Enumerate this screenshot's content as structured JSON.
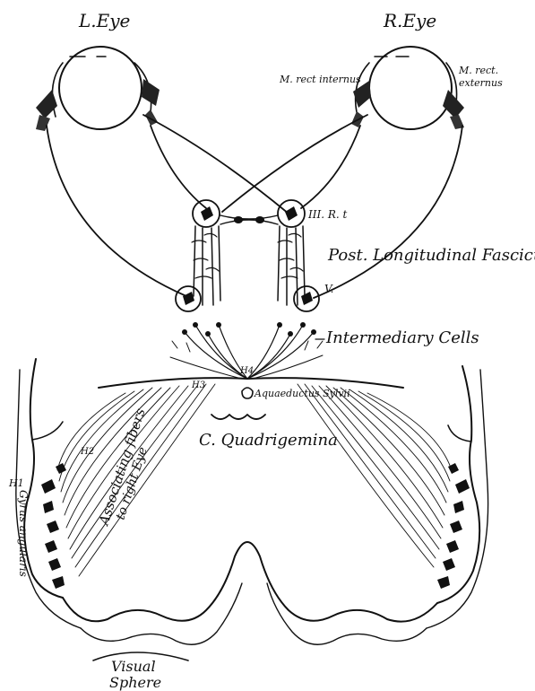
{
  "diagram": {
    "labels": {
      "left_eye": "L.Eye",
      "right_eye": "R.Eye",
      "m_rect_internus": "M. rect internus",
      "m_rect_externus_1": "M. rect.",
      "m_rect_externus_2": "externus",
      "n_iii": "III. R. t",
      "post_long_fasciculus": "Post. Longitudinal Fasciculus",
      "n_v": "V.",
      "intermediary_cells": "Intermediary Cells",
      "h4": "H4",
      "h3": "H3",
      "aquaeductus": "Aquaeductus Sylvii",
      "c_quadrigemina": "C. Quadrigemina",
      "h2": "H2",
      "h1": "H1",
      "associating_fibers_1": "Associating fibers",
      "associating_fibers_2": "to right Eye",
      "gyrus_angularis": "Gyrus angularis",
      "visual": "Visual",
      "sphere": "Sphere"
    },
    "colors": {
      "ink": "#111111",
      "background": "#ffffff"
    }
  }
}
